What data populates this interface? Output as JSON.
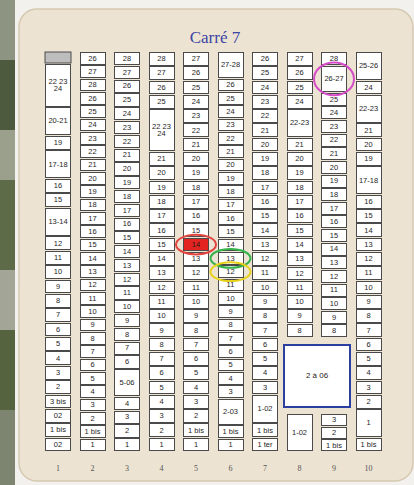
{
  "diagram": {
    "title": "Carré 7",
    "nodes": [
      {
        "text": [
          "22 23 24"
        ]
      },
      {
        "text": [
          "20-21"
        ]
      },
      {
        "text": [
          "19"
        ]
      },
      {
        "text": [
          "17-18"
        ]
      },
      {
        "text": [
          "16"
        ]
      },
      {
        "text": [
          "15"
        ]
      },
      {
        "text": [
          "13-14"
        ]
      },
      {
        "text": [
          "12"
        ]
      },
      {
        "text": [
          "11"
        ]
      },
      {
        "text": [
          "10"
        ]
      },
      {
        "text": [
          "9"
        ]
      },
      {
        "text": [
          "8"
        ]
      },
      {
        "text": [
          "7"
        ]
      },
      {
        "text": [
          "6"
        ]
      },
      {
        "text": [
          "5"
        ]
      },
      {
        "text": [
          "4"
        ]
      },
      {
        "text": [
          "3"
        ]
      },
      {
        "text": [
          "2"
        ]
      },
      {
        "text": [
          "3 bis"
        ]
      },
      {
        "text": [
          "02"
        ]
      },
      {
        "text": [
          "1 bis"
        ]
      },
      {
        "text": [
          "02"
        ]
      },
      {
        "text": [
          "26"
        ]
      },
      {
        "text": [
          "27"
        ]
      },
      {
        "text": [
          "28"
        ]
      },
      {
        "text": [
          "26"
        ]
      },
      {
        "text": [
          "25"
        ]
      },
      {
        "text": [
          "24"
        ]
      },
      {
        "text": [
          "23"
        ]
      },
      {
        "text": [
          "22"
        ]
      },
      {
        "text": [
          "21"
        ]
      },
      {
        "text": [
          "20"
        ]
      },
      {
        "text": [
          "19"
        ]
      },
      {
        "text": [
          "18"
        ]
      },
      {
        "text": [
          "17"
        ]
      },
      {
        "text": [
          "16"
        ]
      },
      {
        "text": [
          "15"
        ]
      },
      {
        "text": [
          "14"
        ]
      },
      {
        "text": [
          "13"
        ]
      },
      {
        "text": [
          "12"
        ]
      },
      {
        "text": [
          "11"
        ]
      },
      {
        "text": [
          "10"
        ]
      },
      {
        "text": [
          "9"
        ]
      },
      {
        "text": [
          "8"
        ]
      },
      {
        "text": [
          "7"
        ]
      },
      {
        "text": [
          "6"
        ]
      },
      {
        "text": [
          "5"
        ]
      },
      {
        "text": [
          "4"
        ]
      },
      {
        "text": [
          "3"
        ]
      },
      {
        "text": [
          "2"
        ]
      },
      {
        "text": [
          "1 bis"
        ]
      },
      {
        "text": [
          "1"
        ]
      },
      {
        "text": [
          "28"
        ]
      },
      {
        "text": [
          "27"
        ]
      },
      {
        "text": [
          "26"
        ]
      },
      {
        "text": [
          "25"
        ]
      },
      {
        "text": [
          "24"
        ]
      },
      {
        "text": [
          "23"
        ]
      },
      {
        "text": [
          "22"
        ]
      },
      {
        "text": [
          "21"
        ]
      },
      {
        "text": [
          "20"
        ]
      },
      {
        "text": [
          "19"
        ]
      },
      {
        "text": [
          "18"
        ]
      },
      {
        "text": [
          "17"
        ]
      },
      {
        "text": [
          "16"
        ]
      },
      {
        "text": [
          "15"
        ]
      },
      {
        "text": [
          "14"
        ]
      },
      {
        "text": [
          "13"
        ]
      },
      {
        "text": [
          "12"
        ]
      },
      {
        "text": [
          "11"
        ]
      },
      {
        "text": [
          "10"
        ]
      },
      {
        "text": [
          "9"
        ]
      },
      {
        "text": [
          "8"
        ]
      },
      {
        "text": [
          "7"
        ]
      },
      {
        "text": [
          "6"
        ]
      },
      {
        "text": [
          "5-06"
        ]
      },
      {
        "text": [
          "4"
        ]
      },
      {
        "text": [
          "3"
        ]
      },
      {
        "text": [
          "2"
        ]
      },
      {
        "text": [
          "1"
        ]
      },
      {
        "text": [
          "28"
        ]
      },
      {
        "text": [
          "27"
        ]
      },
      {
        "text": [
          "26"
        ]
      },
      {
        "text": [
          "25"
        ]
      },
      {
        "text": [
          "22 23 24"
        ]
      },
      {
        "text": [
          "21"
        ]
      },
      {
        "text": [
          "20"
        ]
      },
      {
        "text": [
          "19"
        ]
      },
      {
        "text": [
          "18"
        ]
      },
      {
        "text": [
          "17"
        ]
      },
      {
        "text": [
          "16"
        ]
      },
      {
        "text": [
          "15"
        ]
      },
      {
        "text": [
          "14"
        ]
      },
      {
        "text": [
          "13"
        ]
      },
      {
        "text": [
          "12"
        ]
      },
      {
        "text": [
          "11"
        ]
      },
      {
        "text": [
          "10"
        ]
      },
      {
        "text": [
          "9"
        ]
      },
      {
        "text": [
          "8"
        ]
      },
      {
        "text": [
          "7"
        ]
      },
      {
        "text": [
          "6"
        ]
      },
      {
        "text": [
          "5"
        ]
      },
      {
        "text": [
          "4"
        ]
      },
      {
        "text": [
          "3"
        ]
      },
      {
        "text": [
          "2"
        ]
      },
      {
        "text": [
          "1"
        ]
      },
      {
        "text": [
          "27"
        ]
      },
      {
        "text": [
          "26"
        ]
      },
      {
        "text": [
          "25"
        ]
      },
      {
        "text": [
          "24"
        ]
      },
      {
        "text": [
          "23"
        ]
      },
      {
        "text": [
          "22"
        ]
      },
      {
        "text": [
          "21"
        ]
      },
      {
        "text": [
          "20"
        ]
      },
      {
        "text": [
          "19"
        ]
      },
      {
        "text": [
          "18"
        ]
      },
      {
        "text": [
          "17"
        ]
      },
      {
        "text": [
          "16"
        ]
      },
      {
        "text": [
          "15"
        ]
      },
      {
        "text": [
          "14"
        ]
      },
      {
        "text": [
          "13"
        ]
      },
      {
        "text": [
          "12"
        ]
      },
      {
        "text": [
          "11"
        ]
      },
      {
        "text": [
          "10"
        ]
      },
      {
        "text": [
          "9"
        ]
      },
      {
        "text": [
          "8"
        ]
      },
      {
        "text": [
          "7"
        ]
      },
      {
        "text": [
          "6"
        ]
      },
      {
        "text": [
          "5"
        ]
      },
      {
        "text": [
          "4"
        ]
      },
      {
        "text": [
          "3"
        ]
      },
      {
        "text": [
          "2"
        ]
      },
      {
        "text": [
          "1 bis"
        ]
      },
      {
        "text": [
          "1"
        ]
      },
      {
        "text": [
          "27-28"
        ]
      },
      {
        "text": [
          "26"
        ]
      },
      {
        "text": [
          "25"
        ]
      },
      {
        "text": [
          "24"
        ]
      },
      {
        "text": [
          "23"
        ]
      },
      {
        "text": [
          "22"
        ]
      },
      {
        "text": [
          "21"
        ]
      },
      {
        "text": [
          "20"
        ]
      },
      {
        "text": [
          "19"
        ]
      },
      {
        "text": [
          "18"
        ]
      },
      {
        "text": [
          "17"
        ]
      },
      {
        "text": [
          "16"
        ]
      },
      {
        "text": [
          "15"
        ]
      },
      {
        "text": [
          "14"
        ]
      },
      {
        "text": [
          "13"
        ]
      },
      {
        "text": [
          "12"
        ]
      },
      {
        "text": [
          "11"
        ]
      },
      {
        "text": [
          "10"
        ]
      },
      {
        "text": [
          "9"
        ]
      },
      {
        "text": [
          "8"
        ]
      },
      {
        "text": [
          "7"
        ]
      },
      {
        "text": [
          "6"
        ]
      },
      {
        "text": [
          "5"
        ]
      },
      {
        "text": [
          "4"
        ]
      },
      {
        "text": [
          "3"
        ]
      },
      {
        "text": [
          "2-03"
        ]
      },
      {
        "text": [
          "1 bis"
        ]
      },
      {
        "text": [
          "1"
        ]
      },
      {
        "text": [
          "26"
        ]
      },
      {
        "text": [
          "25"
        ]
      },
      {
        "text": [
          "24"
        ]
      },
      {
        "text": [
          "23"
        ]
      },
      {
        "text": [
          "22"
        ]
      },
      {
        "text": [
          "21"
        ]
      },
      {
        "text": [
          "20"
        ]
      },
      {
        "text": [
          "19"
        ]
      },
      {
        "text": [
          "18"
        ]
      },
      {
        "text": [
          "17"
        ]
      },
      {
        "text": [
          "16"
        ]
      },
      {
        "text": [
          "15"
        ]
      },
      {
        "text": [
          "14"
        ]
      },
      {
        "text": [
          "13"
        ]
      },
      {
        "text": [
          "12"
        ]
      },
      {
        "text": [
          "11"
        ]
      },
      {
        "text": [
          "10"
        ]
      },
      {
        "text": [
          "9"
        ]
      },
      {
        "text": [
          "8"
        ]
      },
      {
        "text": [
          "7"
        ]
      },
      {
        "text": [
          "6"
        ]
      },
      {
        "text": [
          "5"
        ]
      },
      {
        "text": [
          "4"
        ]
      },
      {
        "text": [
          "3"
        ]
      },
      {
        "text": [
          "1-02"
        ]
      },
      {
        "text": [
          "1 bis"
        ]
      },
      {
        "text": [
          "1 ter"
        ]
      },
      {
        "text": [
          "27"
        ]
      },
      {
        "text": [
          "26"
        ]
      },
      {
        "text": [
          "25"
        ]
      },
      {
        "text": [
          "24"
        ]
      },
      {
        "text": [
          "22-23"
        ]
      },
      {
        "text": [
          "21"
        ]
      },
      {
        "text": [
          "20"
        ]
      },
      {
        "text": [
          "19"
        ]
      },
      {
        "text": [
          "18"
        ]
      },
      {
        "text": [
          "17"
        ]
      },
      {
        "text": [
          "16"
        ]
      },
      {
        "text": [
          "15"
        ]
      },
      {
        "text": [
          "14"
        ]
      },
      {
        "text": [
          "13"
        ]
      },
      {
        "text": [
          "12"
        ]
      },
      {
        "text": [
          "11"
        ]
      },
      {
        "text": [
          "10"
        ]
      },
      {
        "text": [
          "9"
        ]
      },
      {
        "text": [
          "8"
        ]
      },
      {
        "text": [
          "28"
        ]
      },
      {
        "text": [
          "26-27"
        ]
      },
      {
        "text": [
          "25"
        ]
      },
      {
        "text": [
          "24"
        ]
      },
      {
        "text": [
          "23"
        ]
      },
      {
        "text": [
          "22"
        ]
      },
      {
        "text": [
          "21"
        ]
      },
      {
        "text": [
          "20"
        ]
      },
      {
        "text": [
          "19"
        ]
      },
      {
        "text": [
          "18"
        ]
      },
      {
        "text": [
          "17"
        ]
      },
      {
        "text": [
          "16"
        ]
      },
      {
        "text": [
          "15"
        ]
      },
      {
        "text": [
          "14"
        ]
      },
      {
        "text": [
          "13"
        ]
      },
      {
        "text": [
          "12"
        ]
      },
      {
        "text": [
          "11"
        ]
      },
      {
        "text": [
          "10"
        ]
      },
      {
        "text": [
          "9"
        ]
      },
      {
        "text": [
          "8"
        ]
      },
      {
        "text": [
          "2 à 06"
        ]
      },
      {
        "text": [
          "1-02"
        ]
      },
      {
        "text": [
          "3"
        ]
      },
      {
        "text": [
          "2"
        ]
      },
      {
        "text": [
          "1 bis"
        ]
      },
      {
        "text": [
          "25-26"
        ]
      },
      {
        "text": [
          "24"
        ]
      },
      {
        "text": [
          "22-23"
        ]
      },
      {
        "text": [
          "21"
        ]
      },
      {
        "text": [
          "20"
        ]
      },
      {
        "text": [
          "19"
        ]
      },
      {
        "text": [
          "17-18"
        ]
      },
      {
        "text": [
          "16"
        ]
      },
      {
        "text": [
          "15"
        ]
      },
      {
        "text": [
          "14"
        ]
      },
      {
        "text": [
          "13"
        ]
      },
      {
        "text": [
          "12"
        ]
      },
      {
        "text": [
          "11"
        ]
      },
      {
        "text": [
          "10"
        ]
      },
      {
        "text": [
          "9"
        ]
      },
      {
        "text": [
          "8"
        ]
      },
      {
        "text": [
          "7"
        ]
      },
      {
        "text": [
          "6"
        ]
      },
      {
        "text": [
          "5"
        ]
      },
      {
        "text": [
          "4"
        ]
      },
      {
        "text": [
          "3"
        ]
      },
      {
        "text": [
          "2"
        ]
      },
      {
        "text": [
          "1"
        ]
      },
      {
        "text": [
          "1 bis"
        ]
      }
    ],
    "labels": [
      "1",
      "2",
      "3",
      "4",
      "5",
      "6",
      "7",
      "8",
      "9",
      "10"
    ]
  }
}
